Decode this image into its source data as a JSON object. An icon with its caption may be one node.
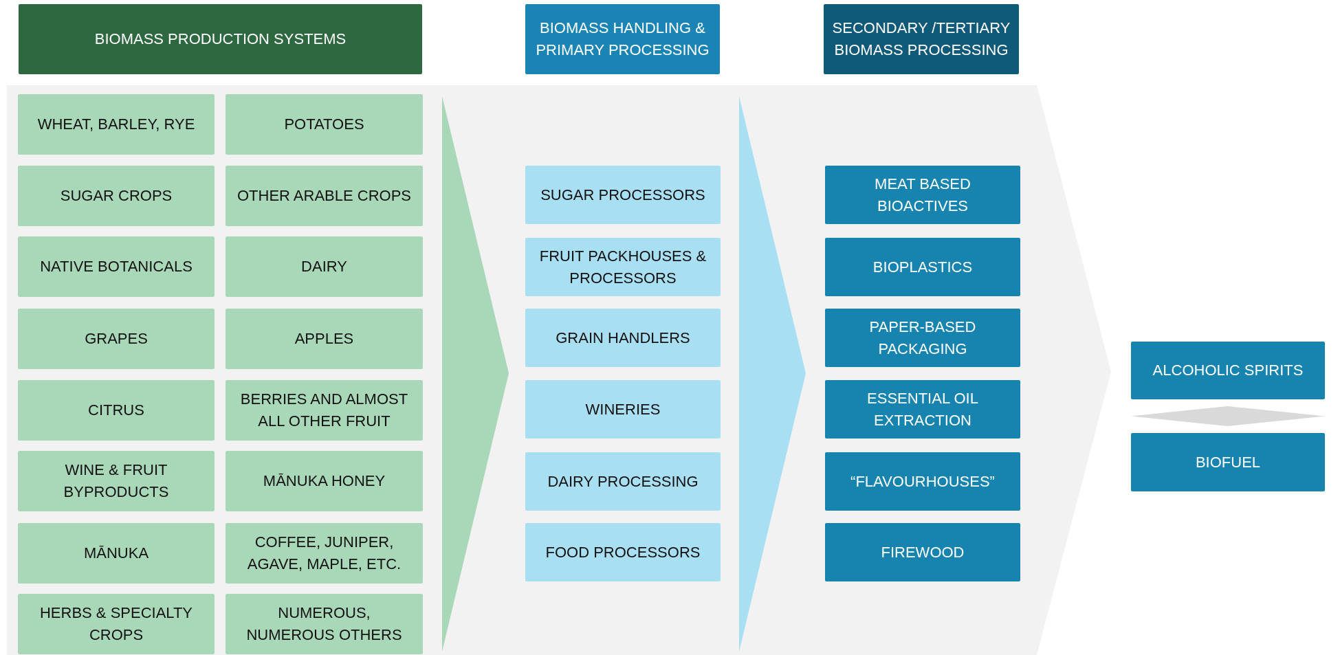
{
  "diagram": {
    "nodes": [
      {
        "text": [
          "BIOMASS PRODUCTION SYSTEMS"
        ]
      },
      {
        "text": [
          "BIOMASS HANDLING & PRIMARY PROCESSING"
        ]
      },
      {
        "text": [
          "SECONDARY /TERTIARY BIOMASS PROCESSING"
        ]
      },
      {
        "text": [
          "WHEAT, BARLEY, RYE"
        ]
      },
      {
        "text": [
          "POTATOES"
        ]
      },
      {
        "text": [
          "SUGAR CROPS"
        ]
      },
      {
        "text": [
          "OTHER ARABLE CROPS"
        ]
      },
      {
        "text": [
          "NATIVE BOTANICALS"
        ]
      },
      {
        "text": [
          "DAIRY"
        ]
      },
      {
        "text": [
          "GRAPES"
        ]
      },
      {
        "text": [
          "APPLES"
        ]
      },
      {
        "text": [
          "CITRUS"
        ]
      },
      {
        "text": [
          "BERRIES AND ALMOST ALL OTHER FRUIT"
        ]
      },
      {
        "text": [
          "WINE & FRUIT BYPRODUCTS"
        ]
      },
      {
        "text": [
          "MĀNUKA HONEY"
        ]
      },
      {
        "text": [
          "MĀNUKA"
        ]
      },
      {
        "text": [
          "COFFEE, JUNIPER, AGAVE, MAPLE, ETC."
        ]
      },
      {
        "text": [
          "HERBS & SPECIALTY CROPS"
        ]
      },
      {
        "text": [
          "NUMEROUS, NUMEROUS OTHERS"
        ]
      },
      {
        "text": [
          "SUGAR PROCESSORS"
        ]
      },
      {
        "text": [
          "FRUIT PACKHOUSES & PROCESSORS"
        ]
      },
      {
        "text": [
          "GRAIN HANDLERS"
        ]
      },
      {
        "text": [
          "WINERIES"
        ]
      },
      {
        "text": [
          "DAIRY PROCESSING"
        ]
      },
      {
        "text": [
          "FOOD PROCESSORS"
        ]
      },
      {
        "text": [
          "MEAT BASED BIOACTIVES"
        ]
      },
      {
        "text": [
          "BIOPLASTICS"
        ]
      },
      {
        "text": [
          "PAPER-BASED PACKAGING"
        ]
      },
      {
        "text": [
          "ESSENTIAL OIL EXTRACTION"
        ]
      },
      {
        "text": [
          "“FLAVOURHOUSES”"
        ]
      },
      {
        "text": [
          "FIREWOOD"
        ]
      },
      {
        "text": [
          "ALCOHOLIC SPIRITS"
        ]
      },
      {
        "text": [
          "BIOFUEL"
        ]
      }
    ],
    "edges": [
      {
        "from": 31,
        "to": 32,
        "arrow": "both"
      }
    ]
  }
}
